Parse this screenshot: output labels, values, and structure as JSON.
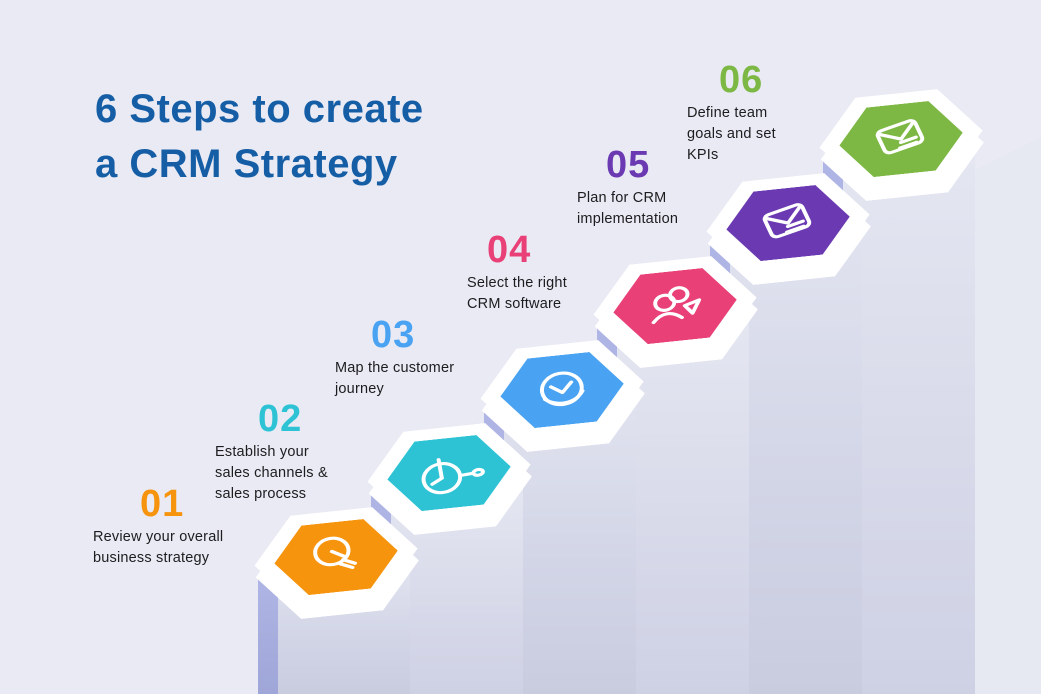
{
  "palette": {
    "background": "#E9EAF4",
    "title_color": "#155EA6",
    "pillar_side": "#A6ACE0",
    "pillar_front_top": "#E0E2EF",
    "pillar_front_bottom": "#C9CCDF"
  },
  "title": {
    "text": "6 Steps to create\na CRM Strategy"
  },
  "steps": [
    {
      "number": "01",
      "label": "Review your overall\nbusiness strategy",
      "color": "#F7940D",
      "icon": "lightbulb-icon"
    },
    {
      "number": "02",
      "label": "Establish your\nsales channels &\nsales process",
      "color": "#2EC3D4",
      "icon": "clock-icon"
    },
    {
      "number": "03",
      "label": "Map the customer\njourney",
      "color": "#49A3F2",
      "icon": "journey-compass-icon"
    },
    {
      "number": "04",
      "label": "Select the right\nCRM software",
      "color": "#E84077",
      "icon": "team-icon"
    },
    {
      "number": "05",
      "label": "Plan for CRM\nimplementation",
      "color": "#6B3AB2",
      "icon": "mail-icon"
    },
    {
      "number": "06",
      "label": "Define team\ngoals and set\nKPIs",
      "color": "#7DB844",
      "icon": "mail-icon"
    }
  ]
}
